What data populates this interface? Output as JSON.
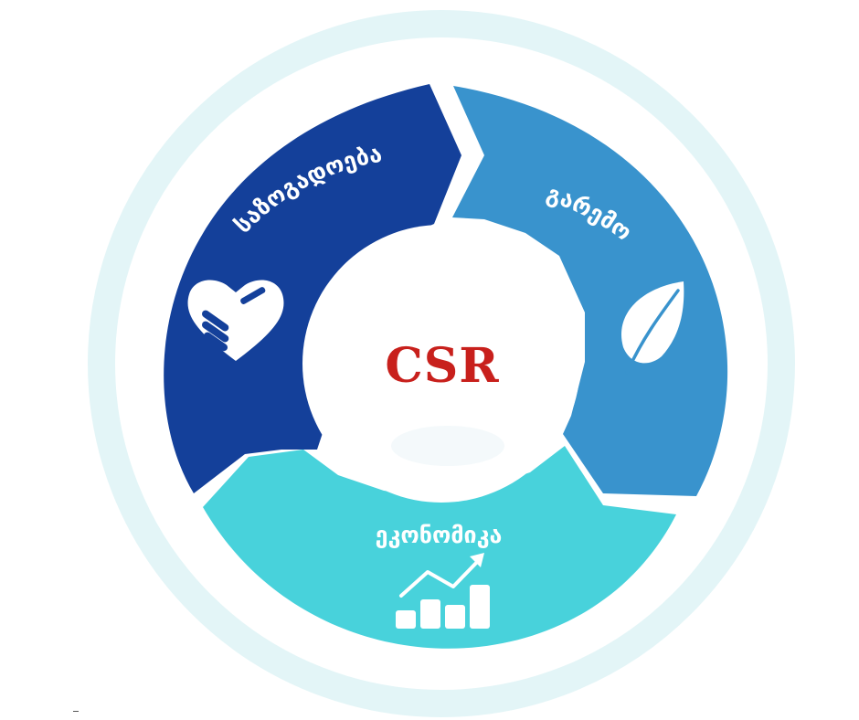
{
  "diagram": {
    "center_title": "CSR",
    "segments": [
      {
        "label": "საზოგადოება",
        "icon": "handshake-heart-icon",
        "color": "#14409a"
      },
      {
        "label": "გარემო",
        "icon": "leaf-icon",
        "color": "#3993cd"
      },
      {
        "label": "ეკონომიკა",
        "icon": "growth-chart-icon",
        "color": "#48d2db"
      }
    ]
  },
  "colors": {
    "outer_ring": "#e3f5f7",
    "center_text": "#c8201c",
    "icon": "#ffffff"
  }
}
